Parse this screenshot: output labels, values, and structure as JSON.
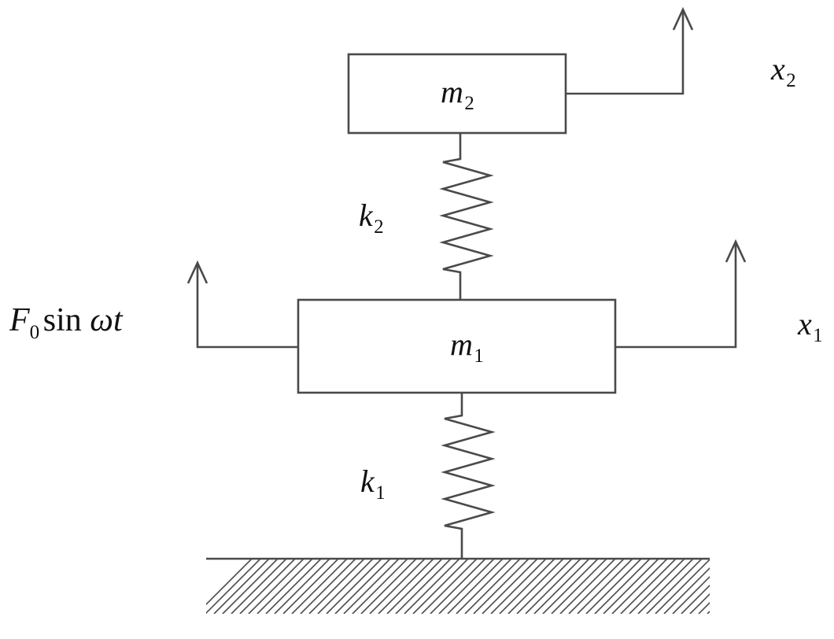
{
  "masses": {
    "m2": {
      "symbol": "m",
      "index": "2"
    },
    "m1": {
      "symbol": "m",
      "index": "1"
    }
  },
  "springs": {
    "k2": {
      "symbol": "k",
      "index": "2"
    },
    "k1": {
      "symbol": "k",
      "index": "1"
    }
  },
  "displacements": {
    "x2": {
      "symbol": "x",
      "index": "2"
    },
    "x1": {
      "symbol": "x",
      "index": "1"
    }
  },
  "force": {
    "symbol": "F",
    "index": "0",
    "func": "sin",
    "arg": "ωt"
  },
  "colors": {
    "stroke": "#4a4a4a",
    "text": "#111111",
    "background": "#ffffff"
  }
}
